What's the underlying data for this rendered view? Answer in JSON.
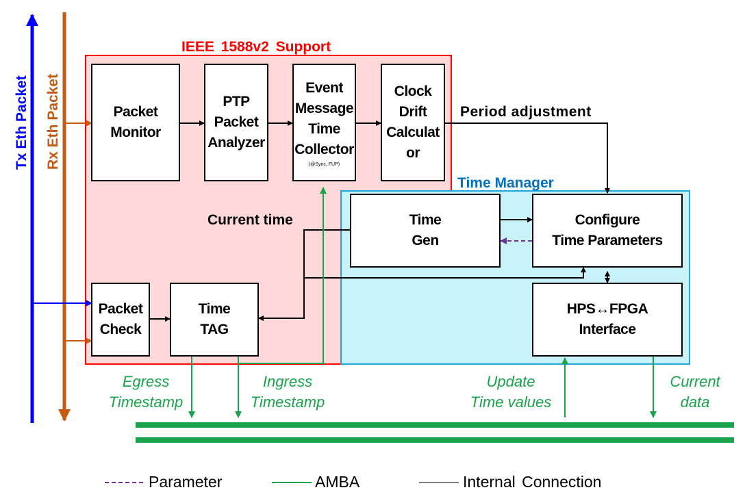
{
  "bus_labels": {
    "tx": "Tx Eth Packet",
    "rx": "Rx Eth Packet"
  },
  "regions": {
    "ieee": {
      "title": "IEEE 1588v2 Support"
    },
    "time_manager": {
      "title": "Time Manager"
    }
  },
  "blocks": {
    "packet_monitor": {
      "lines": [
        "Packet",
        "Monitor"
      ]
    },
    "ptp_analyzer": {
      "lines": [
        "PTP",
        "Packet",
        "Analyzer"
      ]
    },
    "event_collector": {
      "lines": [
        "Event",
        "Message",
        "Time",
        "Collector"
      ],
      "note": "(@Sync, FUP)"
    },
    "clock_drift": {
      "lines": [
        "Clock",
        "Drift",
        "Calculat",
        "or"
      ]
    },
    "packet_check": {
      "lines": [
        "Packet",
        "Check"
      ]
    },
    "time_tag": {
      "lines": [
        "Time",
        "TAG"
      ]
    },
    "time_gen": {
      "lines": [
        "Time",
        "Gen"
      ]
    },
    "configure": {
      "lines": [
        "Configure",
        "Time Parameters"
      ]
    },
    "hps_fpga": {
      "lines": [
        "HPS↔FPGA",
        "Interface"
      ]
    }
  },
  "signal_labels": {
    "period_adjustment": "Period adjustment",
    "current_time": "Current time"
  },
  "amba_labels": {
    "egress": [
      "Egress",
      "Timestamp"
    ],
    "ingress": [
      "Ingress",
      "Timestamp"
    ],
    "update": [
      "Update",
      "Time values"
    ],
    "current_data": [
      "Current",
      "data"
    ]
  },
  "legend": {
    "parameter": "Parameter",
    "amba": "AMBA",
    "internal": "Internal Connection"
  },
  "colors": {
    "tx_bus": "#0000ff",
    "rx_bus": "#c55a11",
    "ieee_fill": "#ffd9d9",
    "ieee_border": "#ff0000",
    "tm_fill": "#c9f3fa",
    "tm_border": "#1ea7d8",
    "amba": "#1aa34a",
    "parameter": "#7030a0",
    "ieee_title": "#ff0000",
    "tm_title": "#0070c0"
  }
}
